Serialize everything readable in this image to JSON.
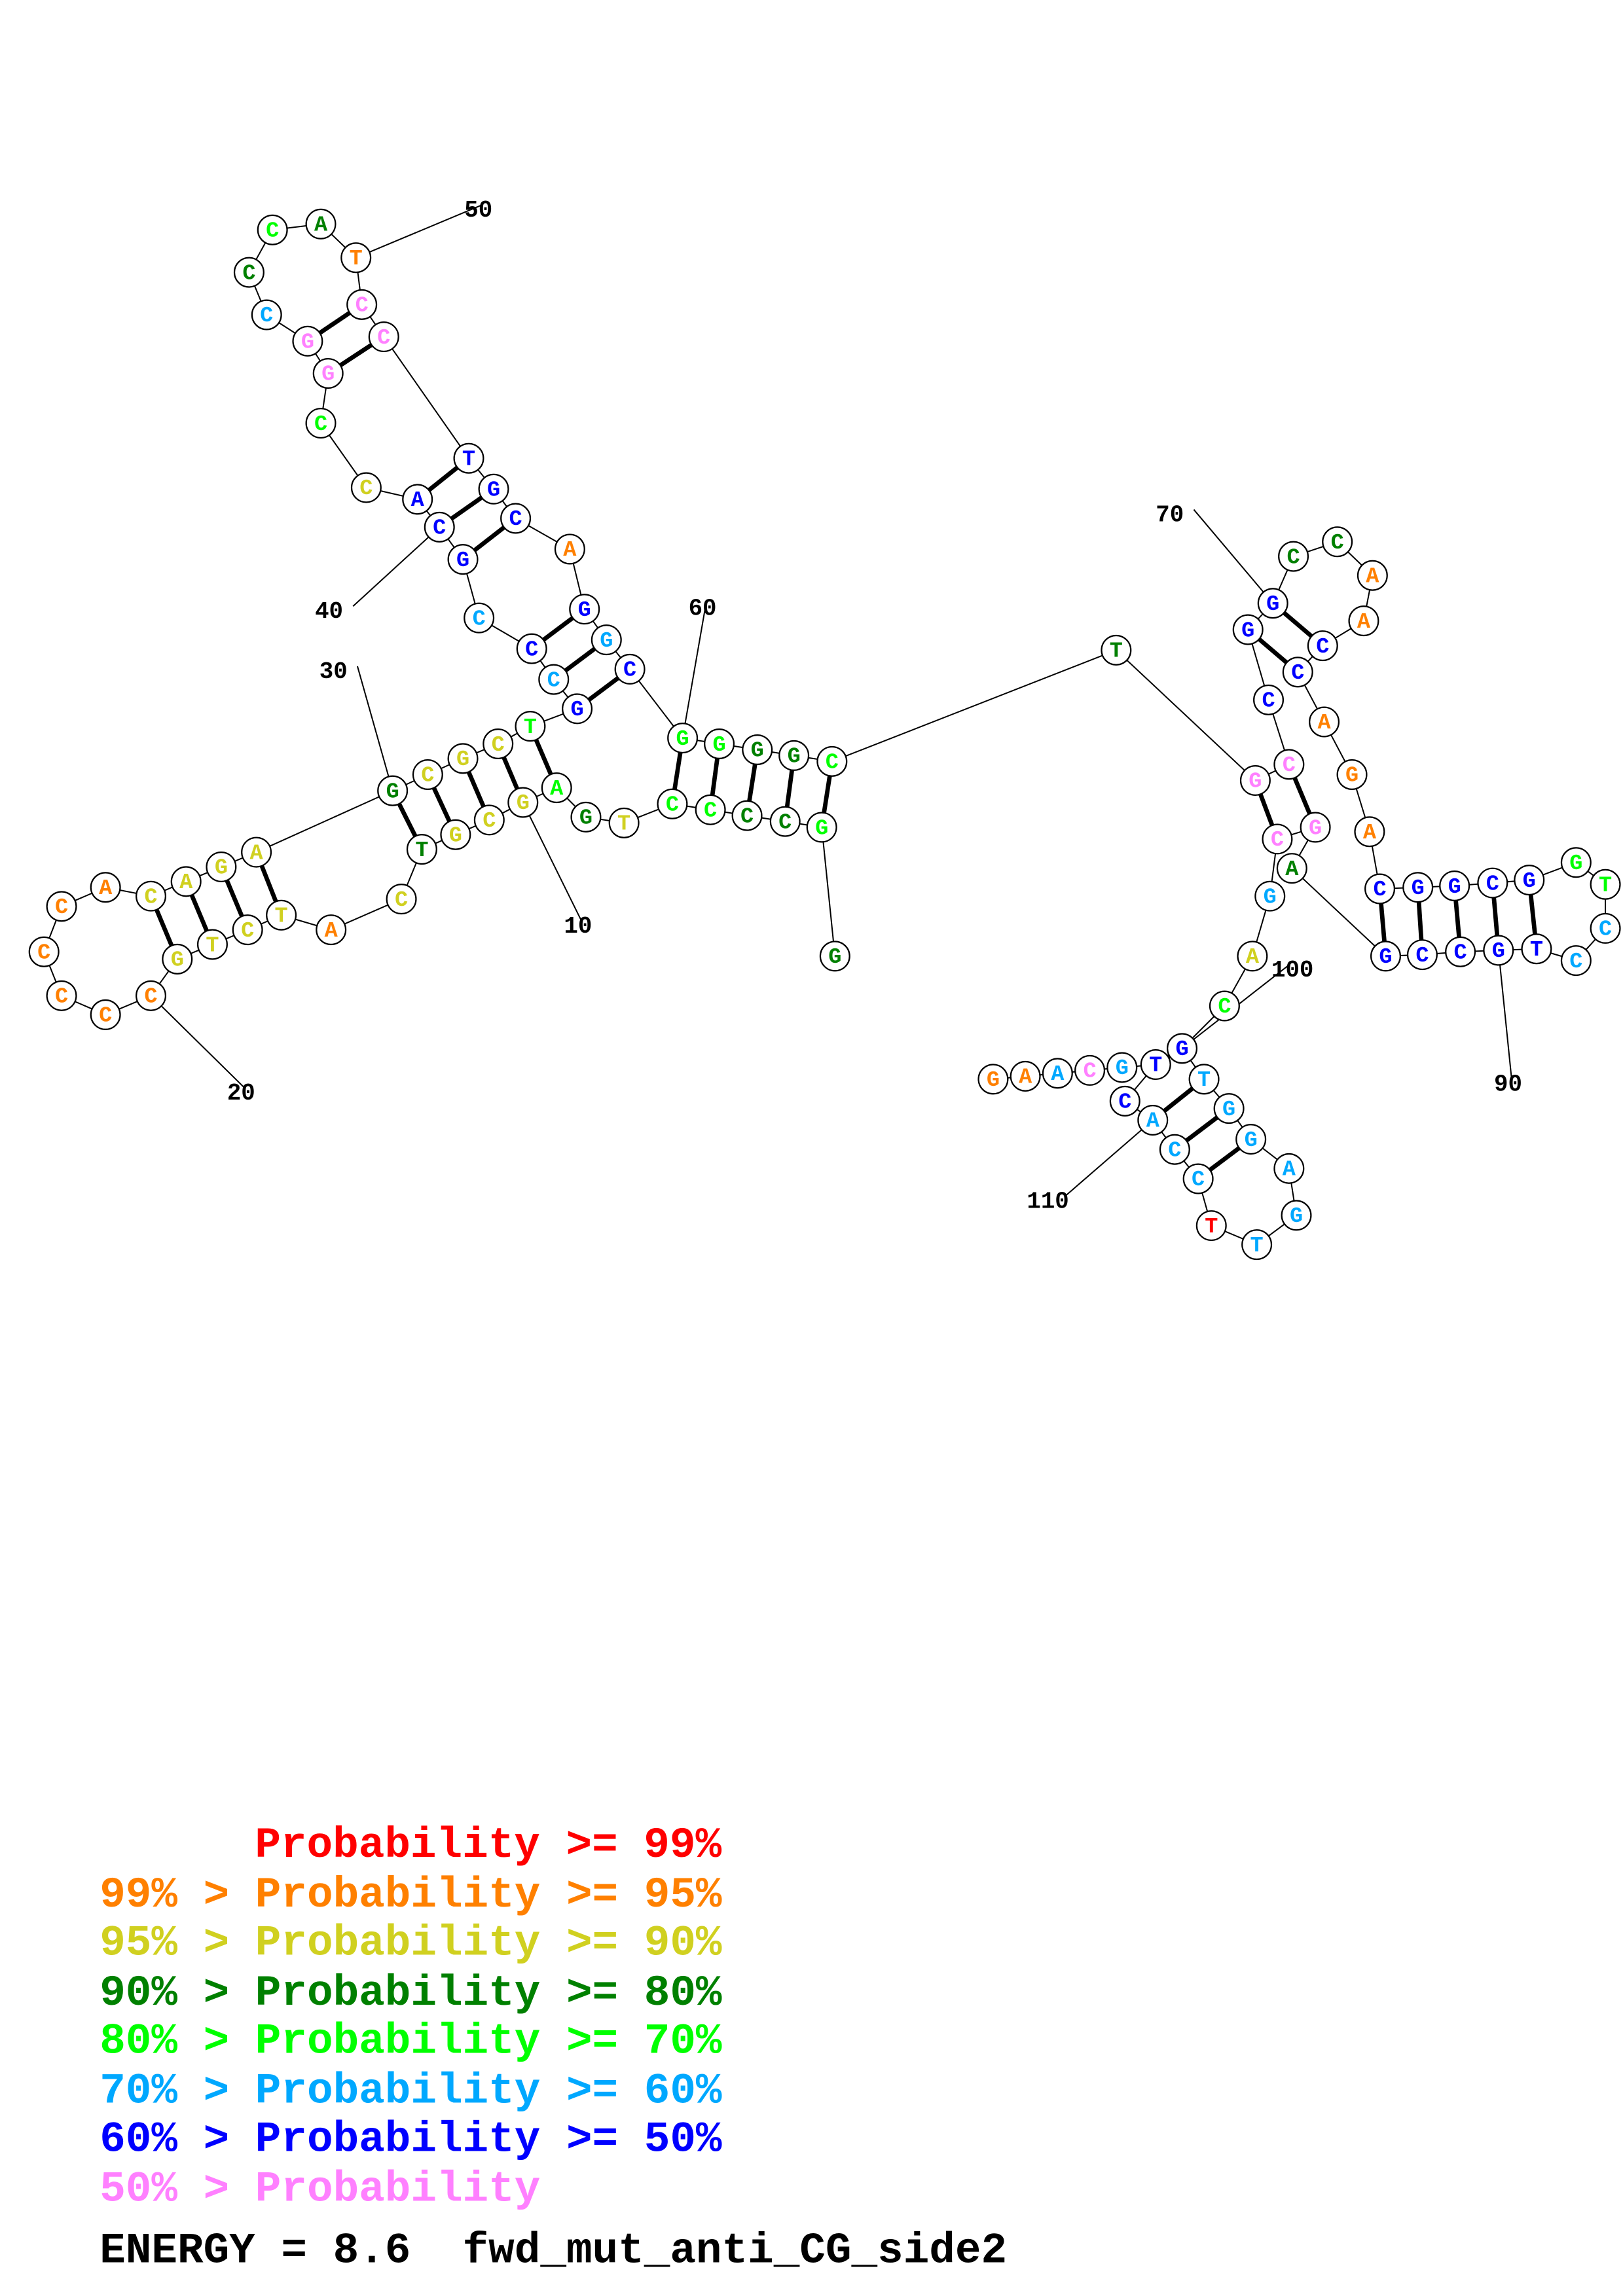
{
  "colors": {
    "R": "#ff0000",
    "O": "#ff8000",
    "Y": "#d0d020",
    "D": "#008000",
    "L": "#00ff00",
    "S": "#00a8ff",
    "B": "#0000ff",
    "P": "#ff80ff"
  },
  "sequence": [
    [
      "G",
      "D"
    ],
    [
      "G",
      "L"
    ],
    [
      "C",
      "D"
    ],
    [
      "C",
      "D"
    ],
    [
      "C",
      "L"
    ],
    [
      "C",
      "L"
    ],
    [
      "T",
      "Y"
    ],
    [
      "G",
      "D"
    ],
    [
      "A",
      "L"
    ],
    [
      "G",
      "Y"
    ],
    [
      "C",
      "Y"
    ],
    [
      "G",
      "Y"
    ],
    [
      "T",
      "D"
    ],
    [
      "C",
      "Y"
    ],
    [
      "A",
      "O"
    ],
    [
      "T",
      "Y"
    ],
    [
      "C",
      "Y"
    ],
    [
      "T",
      "Y"
    ],
    [
      "G",
      "Y"
    ],
    [
      "C",
      "O"
    ],
    [
      "C",
      "O"
    ],
    [
      "C",
      "O"
    ],
    [
      "C",
      "O"
    ],
    [
      "C",
      "O"
    ],
    [
      "A",
      "O"
    ],
    [
      "C",
      "Y"
    ],
    [
      "A",
      "Y"
    ],
    [
      "G",
      "Y"
    ],
    [
      "A",
      "Y"
    ],
    [
      "G",
      "D"
    ],
    [
      "C",
      "Y"
    ],
    [
      "G",
      "Y"
    ],
    [
      "C",
      "Y"
    ],
    [
      "T",
      "L"
    ],
    [
      "G",
      "B"
    ],
    [
      "C",
      "S"
    ],
    [
      "C",
      "B"
    ],
    [
      "C",
      "S"
    ],
    [
      "G",
      "B"
    ],
    [
      "C",
      "B"
    ],
    [
      "A",
      "B"
    ],
    [
      "C",
      "Y"
    ],
    [
      "C",
      "L"
    ],
    [
      "G",
      "P"
    ],
    [
      "G",
      "P"
    ],
    [
      "C",
      "S"
    ],
    [
      "C",
      "D"
    ],
    [
      "C",
      "L"
    ],
    [
      "A",
      "D"
    ],
    [
      "T",
      "O"
    ],
    [
      "C",
      "P"
    ],
    [
      "C",
      "P"
    ],
    [
      "T",
      "B"
    ],
    [
      "G",
      "B"
    ],
    [
      "C",
      "B"
    ],
    [
      "A",
      "O"
    ],
    [
      "G",
      "B"
    ],
    [
      "G",
      "S"
    ],
    [
      "C",
      "B"
    ],
    [
      "G",
      "L"
    ],
    [
      "G",
      "L"
    ],
    [
      "G",
      "D"
    ],
    [
      "G",
      "D"
    ],
    [
      "C",
      "L"
    ],
    [
      "T",
      "D"
    ],
    [
      "G",
      "P"
    ],
    [
      "C",
      "P"
    ],
    [
      "C",
      "B"
    ],
    [
      "G",
      "B"
    ],
    [
      "G",
      "B"
    ],
    [
      "C",
      "D"
    ],
    [
      "C",
      "D"
    ],
    [
      "A",
      "O"
    ],
    [
      "A",
      "O"
    ],
    [
      "C",
      "B"
    ],
    [
      "C",
      "B"
    ],
    [
      "A",
      "O"
    ],
    [
      "G",
      "O"
    ],
    [
      "A",
      "O"
    ],
    [
      "C",
      "B"
    ],
    [
      "G",
      "B"
    ],
    [
      "G",
      "B"
    ],
    [
      "C",
      "B"
    ],
    [
      "G",
      "B"
    ],
    [
      "G",
      "L"
    ],
    [
      "T",
      "L"
    ],
    [
      "C",
      "S"
    ],
    [
      "C",
      "S"
    ],
    [
      "T",
      "B"
    ],
    [
      "G",
      "B"
    ],
    [
      "C",
      "B"
    ],
    [
      "C",
      "B"
    ],
    [
      "G",
      "B"
    ],
    [
      "A",
      "D"
    ],
    [
      "G",
      "P"
    ],
    [
      "C",
      "P"
    ],
    [
      "G",
      "S"
    ],
    [
      "A",
      "Y"
    ],
    [
      "C",
      "L"
    ],
    [
      "G",
      "B"
    ],
    [
      "T",
      "S"
    ],
    [
      "G",
      "S"
    ],
    [
      "G",
      "S"
    ],
    [
      "A",
      "S"
    ],
    [
      "G",
      "S"
    ],
    [
      "T",
      "S"
    ],
    [
      "T",
      "R"
    ],
    [
      "C",
      "S"
    ],
    [
      "C",
      "S"
    ],
    [
      "A",
      "S"
    ],
    [
      "C",
      "B"
    ],
    [
      "T",
      "B"
    ],
    [
      "G",
      "S"
    ],
    [
      "C",
      "P"
    ],
    [
      "A",
      "S"
    ],
    [
      "A",
      "O"
    ],
    [
      "G",
      "O"
    ]
  ],
  "pairs": [
    [
      2,
      64
    ],
    [
      3,
      63
    ],
    [
      4,
      62
    ],
    [
      5,
      61
    ],
    [
      6,
      60
    ],
    [
      9,
      34
    ],
    [
      10,
      33
    ],
    [
      11,
      32
    ],
    [
      12,
      31
    ],
    [
      13,
      30
    ],
    [
      16,
      29
    ],
    [
      17,
      28
    ],
    [
      18,
      27
    ],
    [
      19,
      26
    ],
    [
      35,
      59
    ],
    [
      36,
      58
    ],
    [
      37,
      57
    ],
    [
      39,
      55
    ],
    [
      40,
      54
    ],
    [
      41,
      53
    ],
    [
      44,
      52
    ],
    [
      45,
      51
    ],
    [
      66,
      96
    ],
    [
      67,
      95
    ],
    [
      69,
      76
    ],
    [
      70,
      75
    ],
    [
      80,
      93
    ],
    [
      81,
      92
    ],
    [
      82,
      91
    ],
    [
      83,
      90
    ],
    [
      84,
      89
    ],
    [
      100,
      112
    ],
    [
      101,
      110
    ],
    [
      102,
      109
    ],
    [
      103,
      108
    ]
  ],
  "position_labels": [
    "10",
    "20",
    "30",
    "40",
    "50",
    "60",
    "70",
    "90",
    "100",
    "110"
  ],
  "legend": [
    {
      "text": "Probability >= 99%",
      "color": "#ff0000"
    },
    {
      "text": "99% > Probability >= 95%",
      "color": "#ff8000"
    },
    {
      "text": "95% > Probability >= 90%",
      "color": "#d0d020"
    },
    {
      "text": "90% > Probability >= 80%",
      "color": "#008000"
    },
    {
      "text": "80% > Probability >= 70%",
      "color": "#00ff00"
    },
    {
      "text": "70% > Probability >= 60%",
      "color": "#00a8ff"
    },
    {
      "text": "60% > Probability >= 50%",
      "color": "#0000ff"
    },
    {
      "text": "50% > Probability",
      "color": "#ff80ff"
    }
  ],
  "energy_line": "ENERGY = 8.6  fwd_mut_anti_CG_side2"
}
